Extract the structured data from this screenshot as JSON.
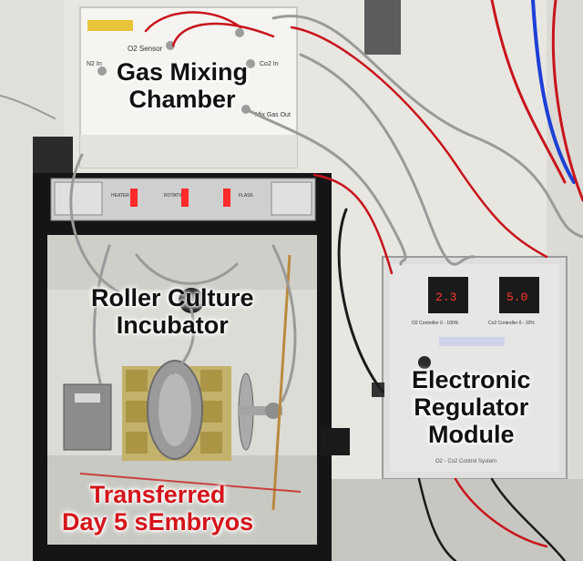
{
  "labels": {
    "gas_mixing_chamber": [
      "Gas Mixing",
      "Chamber"
    ],
    "roller_culture_incubator": [
      "Roller Culture",
      "Incubator"
    ],
    "electronic_regulator_module": [
      "Electronic",
      "Regulator",
      "Module"
    ],
    "transferred_embryos": [
      "Transferred",
      "Day 5 sEmbryos"
    ]
  },
  "photo_text": {
    "o2_sensor": "O2 Sensor",
    "n2_in": "N2 In",
    "co2_in": "Co2 In",
    "mix_gas_out": "Mix Gas Out",
    "heater": "HEATER",
    "rotation": "ROTATION",
    "flask": "FLASK",
    "o2_controller": "O2 Controller 0 - 100%",
    "co2_controller": "Co2 Controller 0 - 10%",
    "system": "O2 - Co2 Control System",
    "o2_reading": "2.3",
    "co2_reading": "5.0"
  },
  "colors": {
    "tube_red": "#c8141b",
    "tube_blue": "#1d3fd6",
    "tube_gray": "#9a9a9a",
    "led_red": "#ff2a2a",
    "text_red": "#d4151b"
  }
}
